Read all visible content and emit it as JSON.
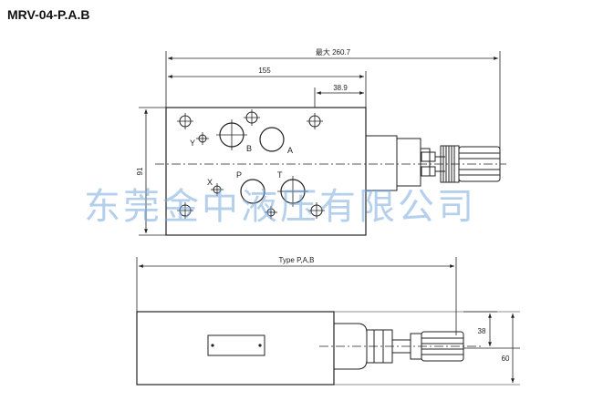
{
  "title": "MRV-04-P.A.B",
  "dims": {
    "overall": "最大 260.7",
    "width": "155",
    "offset": "38.9",
    "height": "91",
    "type_label": "Type P,A,B",
    "side_38": "38",
    "side_60": "60"
  },
  "ports": {
    "y": "Y",
    "b": "B",
    "a": "A",
    "p": "P",
    "t": "T",
    "x": "X"
  },
  "watermark": "东莞金中液压有限公司",
  "colors": {
    "line": "#222222",
    "watermark": "#78aadc"
  }
}
